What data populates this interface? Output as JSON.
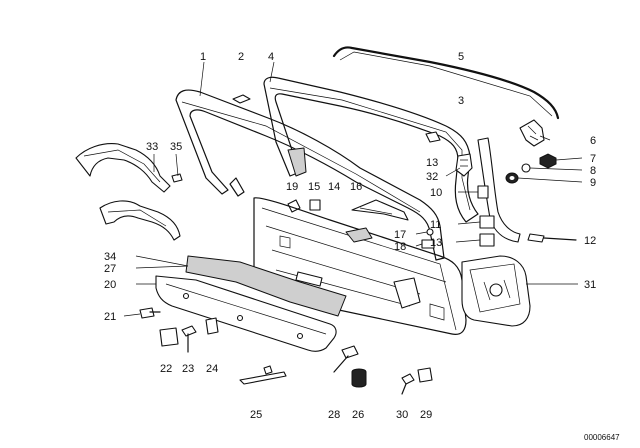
{
  "callouts": [
    {
      "id": "1",
      "text": "1"
    },
    {
      "id": "2",
      "text": "2"
    },
    {
      "id": "4",
      "text": "4"
    },
    {
      "id": "5",
      "text": "5"
    },
    {
      "id": "3",
      "text": "3"
    },
    {
      "id": "6",
      "text": "6"
    },
    {
      "id": "7",
      "text": "7"
    },
    {
      "id": "8",
      "text": "8"
    },
    {
      "id": "9",
      "text": "9"
    },
    {
      "id": "33",
      "text": "33"
    },
    {
      "id": "35",
      "text": "35"
    },
    {
      "id": "13a",
      "text": "13"
    },
    {
      "id": "32",
      "text": "32"
    },
    {
      "id": "10",
      "text": "10"
    },
    {
      "id": "19",
      "text": "19"
    },
    {
      "id": "15",
      "text": "15"
    },
    {
      "id": "14",
      "text": "14"
    },
    {
      "id": "16",
      "text": "16"
    },
    {
      "id": "11",
      "text": "11"
    },
    {
      "id": "17",
      "text": "17"
    },
    {
      "id": "18",
      "text": "18"
    },
    {
      "id": "13b",
      "text": "13"
    },
    {
      "id": "12",
      "text": "12"
    },
    {
      "id": "34",
      "text": "34"
    },
    {
      "id": "27",
      "text": "27"
    },
    {
      "id": "20",
      "text": "20"
    },
    {
      "id": "31",
      "text": "31"
    },
    {
      "id": "21",
      "text": "21"
    },
    {
      "id": "22",
      "text": "22"
    },
    {
      "id": "23",
      "text": "23"
    },
    {
      "id": "24",
      "text": "24"
    },
    {
      "id": "25",
      "text": "25"
    },
    {
      "id": "28",
      "text": "28"
    },
    {
      "id": "26",
      "text": "26"
    },
    {
      "id": "30",
      "text": "30"
    },
    {
      "id": "29",
      "text": "29"
    }
  ],
  "diagram_code": "00006647"
}
